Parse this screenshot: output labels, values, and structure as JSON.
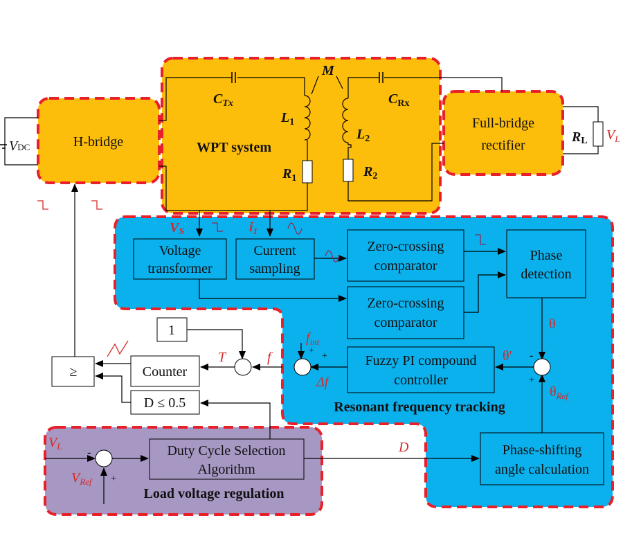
{
  "colors": {
    "power_region": "#fdbd0b",
    "tracking_region": "#0bb1ec",
    "regulation_region": "#a797c3",
    "region_border": "#e8202a",
    "signal_label": "#d42a2a"
  },
  "power_stage": {
    "vdc_label": "V",
    "vdc_sub": "DC",
    "hbridge_label": "H-bridge",
    "wpt_label": "WPT system",
    "ctx_label": "C",
    "ctx_sub": "Tx",
    "crx_label": "C",
    "crx_sub": "Rx",
    "l1_label": "L",
    "l1_sub": "1",
    "l2_label": "L",
    "l2_sub": "2",
    "r1_label": "R",
    "r1_sub": "1",
    "r2_label": "R",
    "r2_sub": "2",
    "m_label": "M",
    "rectifier_line1": "Full-bridge",
    "rectifier_line2": "rectifier",
    "rl_label": "R",
    "rl_sub": "L",
    "vl_label": "V",
    "vl_sub": "L"
  },
  "tracking": {
    "title": "Resonant frequency tracking",
    "vs_label": "V",
    "vs_sub": "S",
    "i1_label": "i",
    "i1_sub": "1",
    "voltage_transformer": [
      "Voltage",
      "transformer"
    ],
    "current_sampling": [
      "Current",
      "sampling"
    ],
    "zero_crossing_1": [
      "Zero-crossing",
      "comparator"
    ],
    "zero_crossing_2": [
      "Zero-crossing",
      "comparator"
    ],
    "phase_detection": [
      "Phase",
      "detection"
    ],
    "fuzzy_pi": [
      "Fuzzy PI compound",
      "controller"
    ],
    "phase_shift_calc": [
      "Phase-shifting",
      "angle calculation"
    ],
    "theta": "θ",
    "theta_prime": "θ′",
    "theta_ref": "θ",
    "theta_ref_sub": "Ref",
    "f_int": "f",
    "f_int_sub": "int",
    "delta_f": "Δf",
    "plus": "+",
    "minus": "-"
  },
  "control": {
    "const_one": "1",
    "counter": "Counter",
    "comparator": "≥",
    "duty_limit": "D  ≤  0.5",
    "t_label": "T",
    "f_label": "f",
    "d_label": "D"
  },
  "regulation": {
    "title": "Load voltage regulation",
    "duty_algo": [
      "Duty Cycle Selection",
      "Algorithm"
    ],
    "vl_label": "V",
    "vl_sub": "L",
    "vref_label": "V",
    "vref_sub": "Ref",
    "plus": "+",
    "minus": "-"
  }
}
